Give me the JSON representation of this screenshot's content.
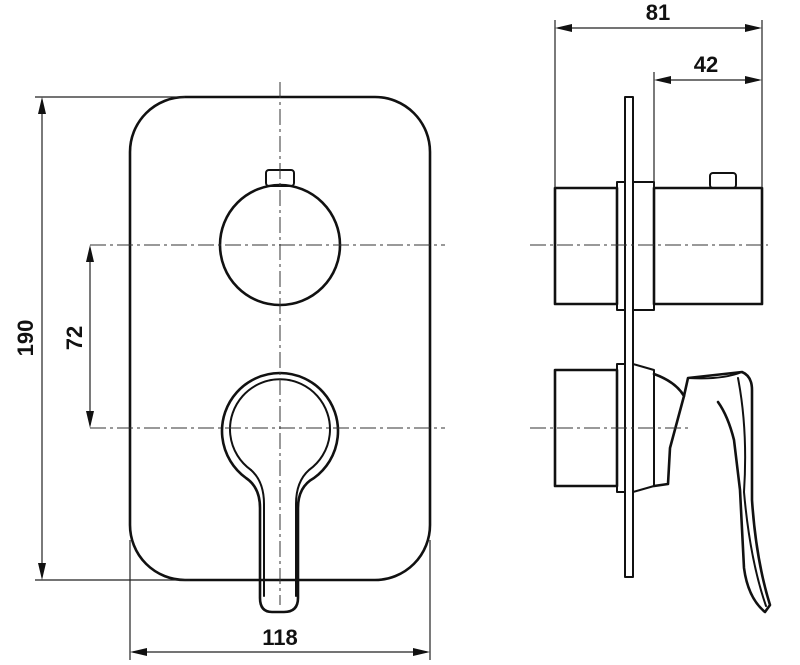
{
  "dimensions": {
    "overall_height": "190",
    "overall_width": "118",
    "axis_spacing": "72",
    "depth_total": "81",
    "depth_partial": "42"
  }
}
